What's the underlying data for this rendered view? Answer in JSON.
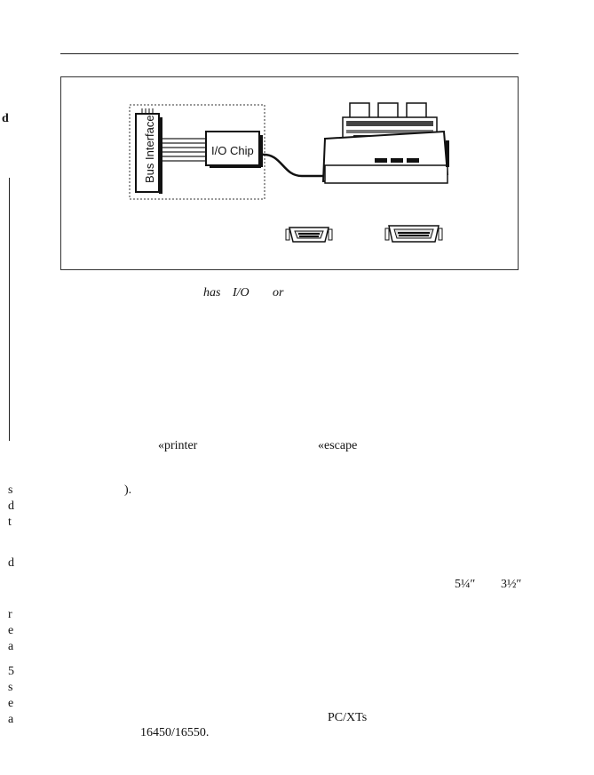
{
  "diagram": {
    "bus_interface_label": "Bus Interface",
    "io_chip_label": "I/O Chip"
  },
  "margin_marks": [
    "d",
    "s",
    "d",
    "t",
    "d",
    "r",
    "e",
    "a",
    "5",
    "s",
    "e",
    "a"
  ],
  "caption_fragments": {
    "has": "has",
    "io": "I/O",
    "or": "or"
  },
  "body_fragments": {
    "printer": "«printer",
    "escape": "«escape",
    "paren": ").",
    "disk_a": "5¼″",
    "disk_b": "3½″",
    "pcxt": "PC/XTs",
    "uart": "16450/16550."
  }
}
